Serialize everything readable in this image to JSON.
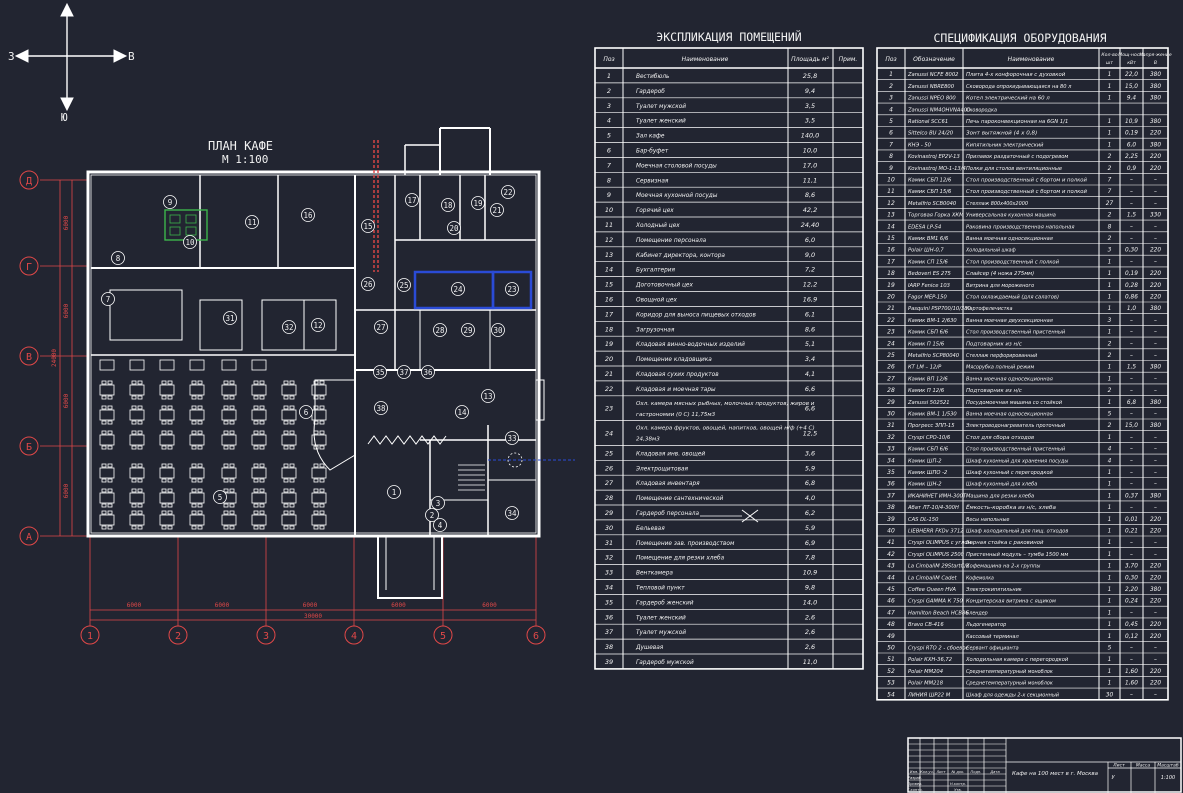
{
  "compass": {
    "north": "",
    "south": "Ю",
    "east": "В",
    "west": "З"
  },
  "plan": {
    "title": "ПЛАН КАФЕ",
    "scale": "М 1:100"
  },
  "axes": {
    "rows": [
      "А",
      "Б",
      "В",
      "Г",
      "Д"
    ],
    "cols": [
      "1",
      "2",
      "3",
      "4",
      "5",
      "6"
    ],
    "row_dims": [
      "6000",
      "6000",
      "6000",
      "6000"
    ],
    "col_dims": [
      "6000",
      "6000",
      "6000",
      "6000",
      "6000"
    ],
    "total_h": "30000",
    "total_v": "24000"
  },
  "rooms_table": {
    "title": "ЭКСПЛИКАЦИЯ ПОМЕЩЕНИЙ",
    "headers": [
      "Поз",
      "Наименование",
      "Площадь м²",
      "Прим."
    ],
    "rows": [
      [
        "1",
        "Вестибюль",
        "25,8",
        ""
      ],
      [
        "2",
        "Гардероб",
        "9,4",
        ""
      ],
      [
        "3",
        "Туалет мужской",
        "3,5",
        ""
      ],
      [
        "4",
        "Туалет женский",
        "3,5",
        ""
      ],
      [
        "5",
        "Зал кафе",
        "140,0",
        ""
      ],
      [
        "6",
        "Бар-буфет",
        "10,0",
        ""
      ],
      [
        "7",
        "Моечная столовой посуды",
        "17,0",
        ""
      ],
      [
        "8",
        "Сервизная",
        "11,1",
        ""
      ],
      [
        "9",
        "Моечная кухонной посуды",
        "8,6",
        ""
      ],
      [
        "10",
        "Горячий цех",
        "42,2",
        ""
      ],
      [
        "11",
        "Холодный цех",
        "24,40",
        ""
      ],
      [
        "12",
        "Помещение персонала",
        "6,0",
        ""
      ],
      [
        "13",
        "Кабинет директора, контора",
        "9,0",
        ""
      ],
      [
        "14",
        "Бухгалтерия",
        "7,2",
        ""
      ],
      [
        "15",
        "Доготовочный цех",
        "12,2",
        ""
      ],
      [
        "16",
        "Овощной цех",
        "16,9",
        ""
      ],
      [
        "17",
        "Коридор для выноса пищевых отходов",
        "6,1",
        ""
      ],
      [
        "18",
        "Загрузочная",
        "8,6",
        ""
      ],
      [
        "19",
        "Кладовая винно-водочных изделий",
        "5,1",
        ""
      ],
      [
        "20",
        "Помещение кладовщика",
        "3,4",
        ""
      ],
      [
        "21",
        "Кладовая сухих продуктов",
        "4,1",
        ""
      ],
      [
        "22",
        "Кладовая и моечная тары",
        "6,6",
        ""
      ],
      [
        "23",
        "Охл. камера мясных рыбных, молочных продуктов, жиров и гастрономии (0 С) 11,75м3",
        "6,6",
        ""
      ],
      [
        "24",
        "Охл. камера фруктов, овощей, напитков, овощей н/ф (+4 С) 24,38м3",
        "12,5",
        ""
      ],
      [
        "25",
        "Кладовая инв. овощей",
        "3,6",
        ""
      ],
      [
        "26",
        "Электрощитовая",
        "5,9",
        ""
      ],
      [
        "27",
        "Кладовая инвентаря",
        "6,8",
        ""
      ],
      [
        "28",
        "Помещение сантехнической",
        "4,0",
        ""
      ],
      [
        "29",
        "Гардероб персонала",
        "6,2",
        ""
      ],
      [
        "30",
        "Бельевая",
        "5,9",
        ""
      ],
      [
        "31",
        "Помещение зав. производством",
        "6,9",
        ""
      ],
      [
        "32",
        "Помещение для резки хлеба",
        "7,8",
        ""
      ],
      [
        "33",
        "Венткамера",
        "10,9",
        ""
      ],
      [
        "34",
        "Тепловой пункт",
        "9,8",
        ""
      ],
      [
        "35",
        "Гардероб женский",
        "14,0",
        ""
      ],
      [
        "36",
        "Туалет женский",
        "2,6",
        ""
      ],
      [
        "37",
        "Туалет мужской",
        "2,6",
        ""
      ],
      [
        "38",
        "Душевая",
        "2,6",
        ""
      ],
      [
        "39",
        "Гардероб мужской",
        "11,0",
        ""
      ]
    ]
  },
  "equip_table": {
    "title": "СПЕЦИФИКАЦИЯ ОБОРУДОВАНИЯ",
    "headers": [
      "Поз",
      "Обозначение",
      "Наименование",
      "Кол-во, шт",
      "Мощ-ность, кВт",
      "Напря-жение, В"
    ],
    "rows": [
      [
        "1",
        "Zanussi NCFE 8002",
        "Плита 4-х конфорочная с духовкой",
        "1",
        "22,0",
        "380"
      ],
      [
        "2",
        "Zanussi NBRE800",
        "Сковорода опрокидывающаяся на 80 л",
        "1",
        "15,0",
        "380"
      ],
      [
        "3",
        "Zanussi NPEO 800",
        "Котел электрический на 60 л",
        "1",
        "9,4",
        "380"
      ],
      [
        "4",
        "Zanussi NM4OHVNA400",
        "Сковородка",
        "",
        "",
        ""
      ],
      [
        "5",
        "Rational SCC61",
        "Печь пароконвекционная на 6GN 1/1",
        "1",
        "10,9",
        "380"
      ],
      [
        "6",
        "Sittelco BU 24/20",
        "Зонт вытяжной (4 х 0,8)",
        "1",
        "0,19",
        "220"
      ],
      [
        "7",
        "КНЭ - 50",
        "Кипятильник электрический",
        "1",
        "6,0",
        "380"
      ],
      [
        "8",
        "Kovinastroj EP2V-13",
        "Прилавок раздаточный с подогревом",
        "2",
        "2,25",
        "220"
      ],
      [
        "9",
        "Kovinastroj MO-1-13/4",
        "Полки для столов вентиляционные",
        "2",
        "0,9",
        "220"
      ],
      [
        "10",
        "Камик СБП 12/6",
        "Стол производственный с бортом и полкой",
        "7",
        "–",
        "–"
      ],
      [
        "11",
        "Камик СБП 15/6",
        "Стол производственный с бортом и полкой",
        "7",
        "–",
        "–"
      ],
      [
        "12",
        "Metalfrio SCB0040",
        "Стеллаж 800x400x2000",
        "27",
        "–",
        "–"
      ],
      [
        "13",
        "Торговая Горка ХКМ",
        "Универсальная кухонная машина",
        "2",
        "1,5",
        "330"
      ],
      [
        "14",
        "EDESA LP-54",
        "Раковина производственная напольная",
        "8",
        "–",
        "–"
      ],
      [
        "15",
        "Камик ВМ1 6/6",
        "Ванна моечная односекционная",
        "2",
        "–",
        "–"
      ],
      [
        "16",
        "Polair ШН-0,7",
        "Холодильный шкаф",
        "3",
        "0,30",
        "220"
      ],
      [
        "17",
        "Камик СП 15/6",
        "Стол производственный с полкой",
        "1",
        "–",
        "–"
      ],
      [
        "18",
        "Bedoveri ES 275",
        "Слайсер (4 ножа 275мм)",
        "1",
        "0,19",
        "220"
      ],
      [
        "19",
        "IARP Fenice 103",
        "Витрина для мороженого",
        "1",
        "0,28",
        "220"
      ],
      [
        "20",
        "Fagor MEP-150",
        "Стол охлаждаемый (для салатов)",
        "1",
        "0,86",
        "220"
      ],
      [
        "21",
        "Pasquini PSP700/10/380",
        "Картофелечистка",
        "1",
        "1,0",
        "380"
      ],
      [
        "22",
        "Камик ВМ-1 2/630",
        "Ванна моечная двухсекционная",
        "3",
        "–",
        "–"
      ],
      [
        "23",
        "Камик СБП 6/6",
        "Стол производственный пристенный",
        "1",
        "–",
        "–"
      ],
      [
        "24",
        "Камик П 15/6",
        "Подтоварник из н/с",
        "2",
        "–",
        "–"
      ],
      [
        "25",
        "Metalfrio SCP80040",
        "Стеллаж перфорированный",
        "2",
        "–",
        "–"
      ],
      [
        "26",
        "КТ LM – 12/Р",
        "Мясорубка полный режим",
        "1",
        "1,5",
        "380"
      ],
      [
        "27",
        "Камик ВП 12/6",
        "Ванна моечная односекционная",
        "1",
        "–",
        "–"
      ],
      [
        "28",
        "Камик П 12/6",
        "Подтоварник из н/с",
        "2",
        "–",
        "–"
      ],
      [
        "29",
        "Zanussi 502521",
        "Посудомоечная машина со стойкой",
        "1",
        "6,8",
        "380"
      ],
      [
        "30",
        "Камик ВМ-1 1/530",
        "Ванна моечная односекционная",
        "5",
        "–",
        "–"
      ],
      [
        "31",
        "Прогресс ЗПП-15",
        "Электроводонагреватель проточный",
        "2",
        "15,0",
        "380"
      ],
      [
        "32",
        "Cryspi CPO-10/6",
        "Стол для сбора отходов",
        "1",
        "–",
        "–"
      ],
      [
        "33",
        "Камик СБП 6/6",
        "Стол производственный пристенный",
        "4",
        "–",
        "–"
      ],
      [
        "34",
        "Камик ШП-2",
        "Шкаф кухонный для хранения посуды",
        "4",
        "–",
        "–"
      ],
      [
        "35",
        "Камик ШПО -2",
        "Шкаф кухонный с перегородкой",
        "1",
        "–",
        "–"
      ],
      [
        "36",
        "Камик ШН-2",
        "Шкаф кухонный для хлеба",
        "1",
        "–",
        "–"
      ],
      [
        "37",
        "ИКАНИНЕТ ИМН-300Т",
        "Машина для резки хлеба",
        "1",
        "0,37",
        "380"
      ],
      [
        "38",
        "Абат ЛТ-10/4-300Н",
        "Ёмкость-коробка из н/с, хлеба",
        "1",
        "–",
        "–"
      ],
      [
        "39",
        "CAS DL-150",
        "Весы напольные",
        "1",
        "0,01",
        "220"
      ],
      [
        "40",
        "LIEBHERR FKDv 3712",
        "Шкаф холодильный для пищ. отходов",
        "1",
        "0,21",
        "220"
      ],
      [
        "41",
        "Cryspi OLIMPUS с углом",
        "Барная стойка с раковиной",
        "1",
        "–",
        "–"
      ],
      [
        "42",
        "Cryspi OLIMPUS 2500",
        "Пристенный модуль – тумба 1500 мм",
        "1",
        "–",
        "–"
      ],
      [
        "43",
        "La CimbaliM 29StartC/2",
        "Кофемашина на 2-х группы",
        "1",
        "3,70",
        "220"
      ],
      [
        "44",
        "La CimbaliM Cadet",
        "Кофемолка",
        "1",
        "0,30",
        "220"
      ],
      [
        "45",
        "Coffee Queen HVA",
        "Электрокипятильник",
        "1",
        "2,20",
        "380"
      ],
      [
        "46",
        "Cryspi GAMMA К 750",
        "Кондитерская витрина с ящиком",
        "1",
        "0,24",
        "220"
      ],
      [
        "47",
        "Hamilton Beach HCB86",
        "Блендер",
        "1",
        "–",
        "–"
      ],
      [
        "48",
        "Bravo CB-416",
        "Льдогенератор",
        "1",
        "0,45",
        "220"
      ],
      [
        "49",
        "",
        "Кассовый терминал",
        "1",
        "0,12",
        "220"
      ],
      [
        "50",
        "Cryspi RTO 2 - сбоевое",
        "Сервант официанта",
        "5",
        "–",
        "–"
      ],
      [
        "51",
        "Polair КХН-36,72",
        "Холодильная камера с перегородкой",
        "1",
        "–",
        "–"
      ],
      [
        "52",
        "Polair ММ204",
        "Среднетемпературный моноблок",
        "1",
        "1,60",
        "220"
      ],
      [
        "53",
        "Polair ММ218",
        "Среднетемпературный моноблок",
        "1",
        "1,60",
        "220"
      ],
      [
        "54",
        "ЛИНИЯ ШР22 М",
        "Шкаф для одежды 2-х секционный",
        "30",
        "–",
        "–"
      ]
    ]
  },
  "stamp": {
    "project": "Кафе на 100 мест в г. Москва",
    "col_labels": [
      "Лист",
      "Масса",
      "Масштаб"
    ],
    "scale": "1:100",
    "sheet": "У",
    "roles": [
      "Изм.",
      "Кол.уч.",
      "Лист",
      "№ док.",
      "Подп.",
      "Дата",
      "Разраб.",
      "Провер.",
      "Т.контр.",
      "Н.контр.",
      "Утв."
    ]
  },
  "plan_labels": [
    "1",
    "2",
    "3",
    "4",
    "5",
    "6",
    "7",
    "8",
    "9",
    "10",
    "11",
    "12",
    "13",
    "14",
    "15",
    "16",
    "17",
    "18",
    "19",
    "20",
    "21",
    "22",
    "23",
    "24",
    "25",
    "26",
    "27",
    "28",
    "29",
    "30",
    "31",
    "32",
    "33",
    "34",
    "35",
    "36",
    "37",
    "38"
  ],
  "colors": {
    "background": "#222531",
    "line": "#ffffff",
    "red": "#e04848",
    "blue": "#2a4bd6",
    "green": "#3cb44b"
  }
}
